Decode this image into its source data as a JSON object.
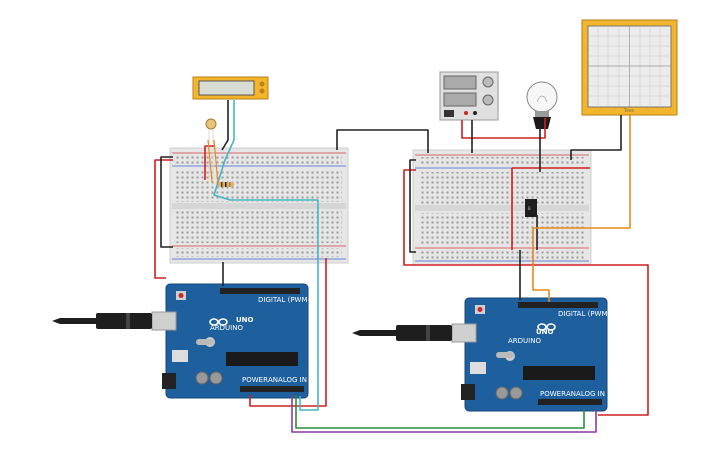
{
  "arduino_left": {
    "brand": "ARDUINO",
    "model": "UNO",
    "digital_label": "DIGITAL (PWM~)",
    "analog_label": "ANALOG IN",
    "power_label": "POWER"
  },
  "arduino_right": {
    "brand": "ARDUINO",
    "model": "UNO",
    "digital_label": "DIGITAL (PWM~)",
    "analog_label": "ANALOG IN",
    "power_label": "POWER"
  },
  "oscilloscope": {
    "label": "Time"
  },
  "colors": {
    "board": "#1e5f9e",
    "breadboard": "#e4e4e4",
    "wire_red": "#d02020",
    "wire_black": "#222222",
    "wire_cyan": "#45b7c4",
    "wire_orange": "#e88a1a",
    "wire_green": "#2e8b3a",
    "wire_purple": "#8a3c9e",
    "device_yellow": "#f3b52b"
  }
}
